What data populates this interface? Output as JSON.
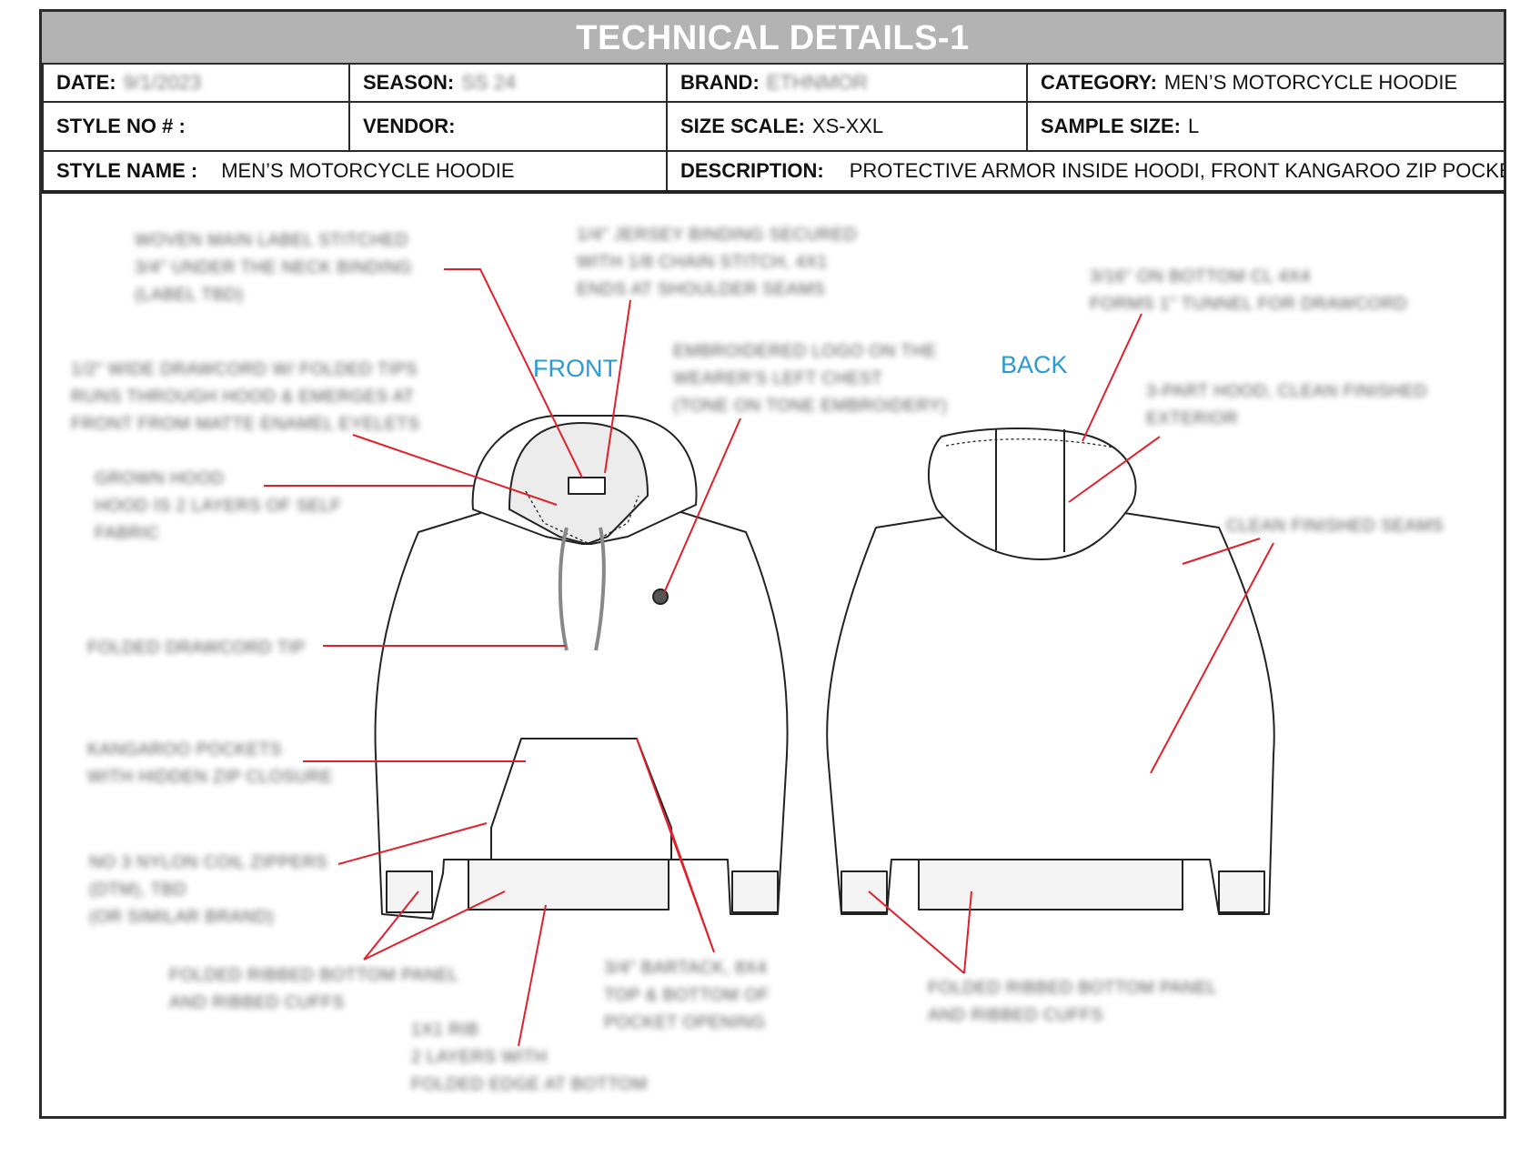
{
  "title": "TECHNICAL DETAILS-1",
  "header": {
    "date_label": "DATE:",
    "date_value": "9/1/2023",
    "season_label": "SEASON:",
    "season_value": "SS 24",
    "brand_label": "BRAND:",
    "brand_value": "ETHNMOR",
    "category_label": "CATEGORY:",
    "category_value": "MEN’S MOTORCYCLE HOODIE",
    "style_no_label": "STYLE NO # :",
    "style_no_value": "",
    "vendor_label": "VENDOR:",
    "vendor_value": "",
    "size_scale_label": "SIZE SCALE:",
    "size_scale_value": "XS-XXL",
    "sample_size_label": "SAMPLE SIZE:",
    "sample_size_value": "L",
    "style_name_label": "STYLE NAME :",
    "style_name_value": "MEN’S MOTORCYCLE HOODIE",
    "description_label": "DESCRIPTION:",
    "description_value": "PROTECTIVE ARMOR INSIDE HOODI, FRONT KANGAROO ZIP POCKETS"
  },
  "views": {
    "front": "FRONT",
    "back": "BACK"
  },
  "notes": {
    "main_label": "WOVEN MAIN LABEL STITCHED\n3/4\" UNDER THE NECK BINDING\n(LABEL TBD)",
    "neck_binding": "1/4\" JERSEY BINDING SECURED\nWITH 1/8 CHAIN STITCH, 4X1\nENDS AT SHOULDER SEAMS",
    "drawcord": "1/2\" WIDE DRAWCORD W/ FOLDED TIPS\nRUNS THROUGH HOOD & EMERGES AT\nFRONT FROM MATTE ENAMEL EYELETS",
    "embroidery": "EMBROIDERED LOGO ON THE\nWEARER'S LEFT CHEST\n(TONE ON TONE EMBROIDERY)",
    "hood": "GROWN HOOD\nHOOD IS 2 LAYERS OF SELF\nFABRIC",
    "drawcord_tip": "FOLDED DRAWCORD TIP",
    "pocket": "KANGAROO POCKETS\nWITH HIDDEN ZIP CLOSURE",
    "zipper": "NO 3 NYLON COIL ZIPPERS\n(DTM), TBD\n(OR SIMILAR BRAND)",
    "rib_front": "FOLDED RIBBED BOTTOM PANEL\nAND RIBBED CUFFS",
    "rib_detail": "1X1 RIB\n2 LAYERS WITH\nFOLDED EDGE AT BOTTOM",
    "bartack": "3/4\" BARTACK, 8X4\nTOP & BOTTOM OF\nPOCKET OPENING",
    "back_topstitch": "3/16\" ON BOTTOM CL 4X4\nFORMS 1\" TUNNEL FOR DRAWCORD",
    "back_hood": "3-PART HOOD, CLEAN FINISHED\nEXTERIOR",
    "clean_seams": "CLEAN FINISHED SEAMS",
    "rib_back": "FOLDED RIBBED BOTTOM PANEL\nAND RIBBED CUFFS"
  }
}
